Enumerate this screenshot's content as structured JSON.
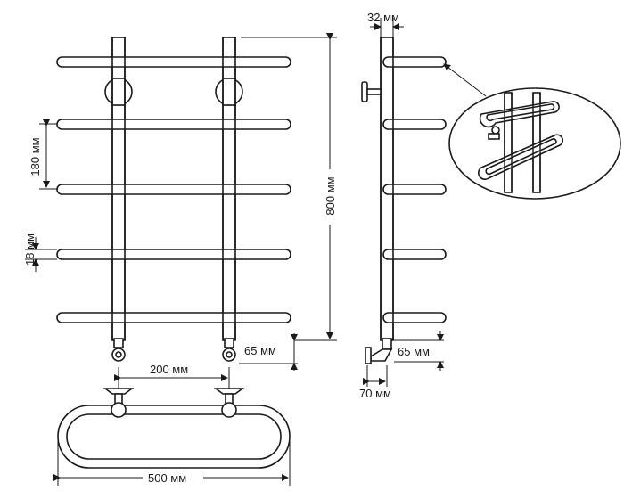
{
  "dimensions": {
    "width_post": "32 мм",
    "height_total": "800 мм",
    "spacing_bars": "180 мм",
    "bar_diameter": "18 мм",
    "connection_front": "65 мм",
    "connection_side": "65 мм",
    "axis_distance": "200 мм",
    "total_width": "500 мм",
    "wall_offset": "70 мм"
  }
}
